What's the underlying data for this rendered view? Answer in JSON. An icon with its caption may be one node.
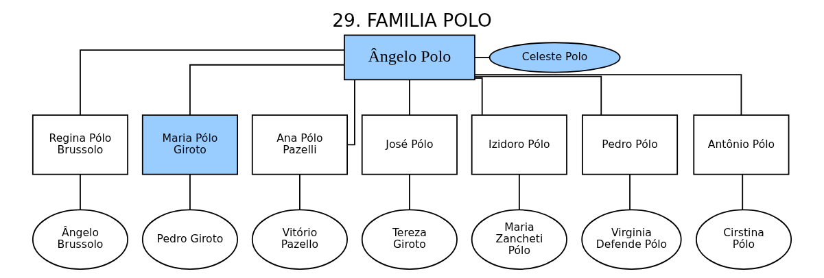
{
  "diagram": {
    "title": "29. FAMILIA POLO",
    "nodes": [
      {
        "text": [
          "Ângelo Polo"
        ]
      },
      {
        "text": [
          "Celeste Polo"
        ]
      },
      {
        "text": [
          "Regina Pólo Brussolo"
        ]
      },
      {
        "text": [
          "Maria Pólo Giroto"
        ]
      },
      {
        "text": [
          "Ana Pólo Pazelli"
        ]
      },
      {
        "text": [
          "José Pólo"
        ]
      },
      {
        "text": [
          "Izidoro Pólo"
        ]
      },
      {
        "text": [
          "Pedro Pólo"
        ]
      },
      {
        "text": [
          "Antônio Pólo"
        ]
      },
      {
        "text": [
          "Ângelo Brussolo"
        ]
      },
      {
        "text": [
          "Pedro Giroto"
        ]
      },
      {
        "text": [
          "Vitório Pazello"
        ]
      },
      {
        "text": [
          "Tereza Giroto"
        ]
      },
      {
        "text": [
          "Maria Zancheti Pólo"
        ]
      },
      {
        "text": [
          "Virginia Defende Pólo"
        ]
      },
      {
        "text": [
          "Cirstina Pólo"
        ]
      }
    ],
    "edges": [
      {
        "from": 0,
        "to": 1,
        "arrow": "none"
      },
      {
        "from": 0,
        "to": 2,
        "arrow": "none"
      },
      {
        "from": 0,
        "to": 3,
        "arrow": "none"
      },
      {
        "from": 0,
        "to": 4,
        "arrow": "none"
      },
      {
        "from": 0,
        "to": 5,
        "arrow": "none"
      },
      {
        "from": 0,
        "to": 6,
        "arrow": "none"
      },
      {
        "from": 0,
        "to": 7,
        "arrow": "none"
      },
      {
        "from": 0,
        "to": 8,
        "arrow": "none"
      },
      {
        "from": 2,
        "to": 9,
        "arrow": "none"
      },
      {
        "from": 3,
        "to": 10,
        "arrow": "none"
      },
      {
        "from": 4,
        "to": 11,
        "arrow": "none"
      },
      {
        "from": 5,
        "to": 12,
        "arrow": "none"
      },
      {
        "from": 6,
        "to": 13,
        "arrow": "none"
      },
      {
        "from": 7,
        "to": 14,
        "arrow": "none"
      },
      {
        "from": 8,
        "to": 15,
        "arrow": "none"
      }
    ]
  }
}
